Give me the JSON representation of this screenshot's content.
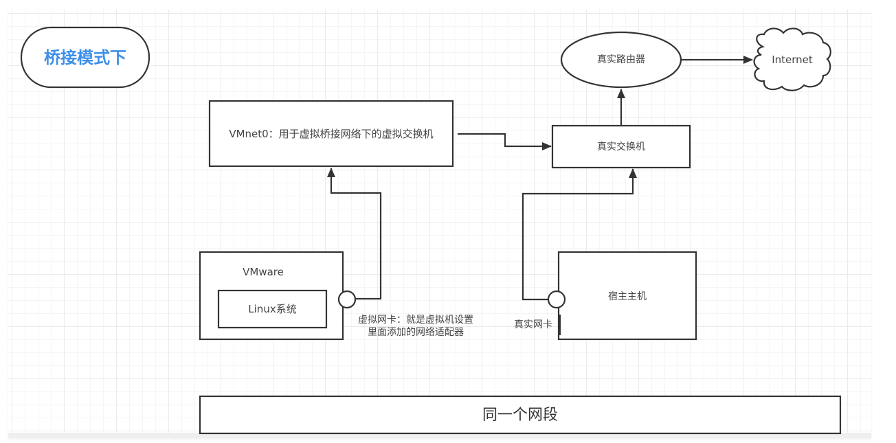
{
  "diagram": {
    "title": "桥接模式下",
    "nodes": {
      "vmnet0": "VMnet0：用于虚拟桥接网络下的虚拟交换机",
      "real_switch": "真实交换机",
      "real_router": "真实路由器",
      "internet": "Internet",
      "vmware": "VMware",
      "linux": "Linux系统",
      "host": "宿主主机",
      "same_segment": "同一个网段"
    },
    "labels": {
      "virtual_nic_line1": "虚拟网卡：就是虚拟机设置",
      "virtual_nic_line2": "里面添加的网络适配器",
      "real_nic": "真实网卡"
    },
    "edges": [
      {
        "from": "virtual_nic",
        "to": "vmnet0"
      },
      {
        "from": "vmnet0",
        "to": "real_switch"
      },
      {
        "from": "real_nic",
        "to": "real_switch"
      },
      {
        "from": "real_switch",
        "to": "real_router"
      },
      {
        "from": "real_router",
        "to": "internet"
      }
    ],
    "colors": {
      "title": "#3d8fe8",
      "stroke": "#333333",
      "text": "#444444"
    }
  }
}
